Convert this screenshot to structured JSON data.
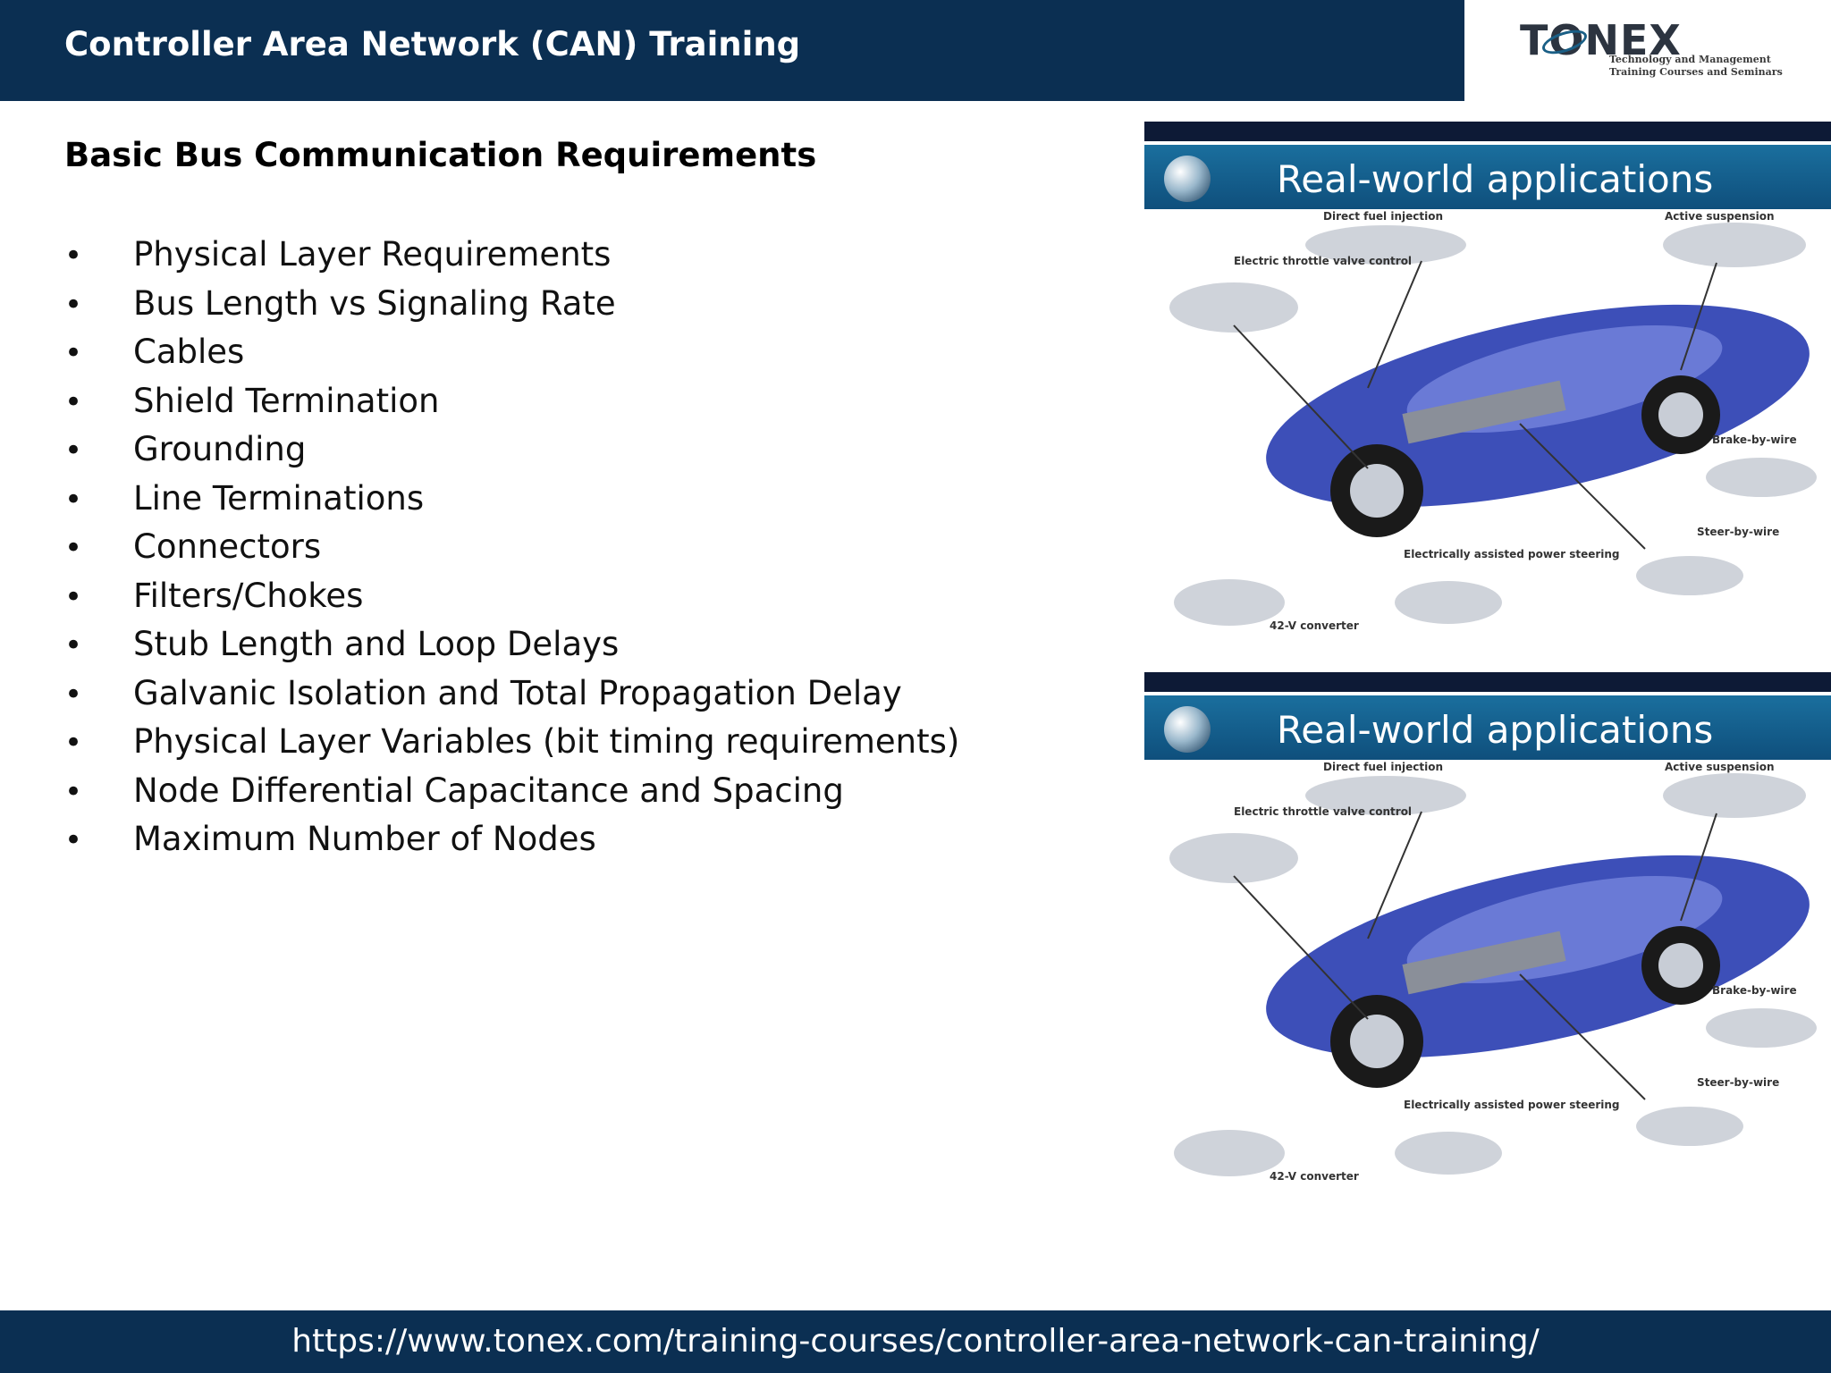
{
  "header": {
    "title": "Controller Area Network (CAN) Training",
    "logo_text": "TONEX",
    "logo_tagline_1": "Technology and Management",
    "logo_tagline_2": "Training Courses and Seminars"
  },
  "content": {
    "subtitle": "Basic Bus Communication Requirements",
    "bullets": [
      "Physical Layer Requirements",
      "Bus Length vs Signaling Rate",
      "Cables",
      "Shield Termination",
      "Grounding",
      "Line Terminations",
      "Connectors",
      "Filters/Chokes",
      "Stub Length and Loop Delays",
      "Galvanic Isolation and Total Propagation Delay",
      "Physical Layer Variables (bit timing requirements)",
      "Node Differential Capacitance and Spacing",
      "Maximum Number of Nodes"
    ]
  },
  "figures": [
    {
      "title": "Real-world applications",
      "labels": {
        "fuel": "Direct fuel injection",
        "suspension": "Active suspension",
        "throttle": "Electric throttle valve control",
        "brake": "Brake-by-wire",
        "steer": "Steer-by-wire",
        "power_steering": "Electrically assisted power steering",
        "converter": "42-V converter"
      }
    },
    {
      "title": "Real-world applications",
      "labels": {
        "fuel": "Direct fuel injection",
        "suspension": "Active suspension",
        "throttle": "Electric throttle valve control",
        "brake": "Brake-by-wire",
        "steer": "Steer-by-wire",
        "power_steering": "Electrically assisted power steering",
        "converter": "42-V converter"
      }
    }
  ],
  "footer": {
    "url": "https://www.tonex.com/training-courses/controller-area-network-can-training/"
  },
  "colors": {
    "header_bg": "#0b2f52",
    "footer_bg": "#0b2f52",
    "car_blue": "#3d4fb8"
  },
  "icons": {
    "bullet": "bullet-dot",
    "globe": "globe-icon"
  }
}
